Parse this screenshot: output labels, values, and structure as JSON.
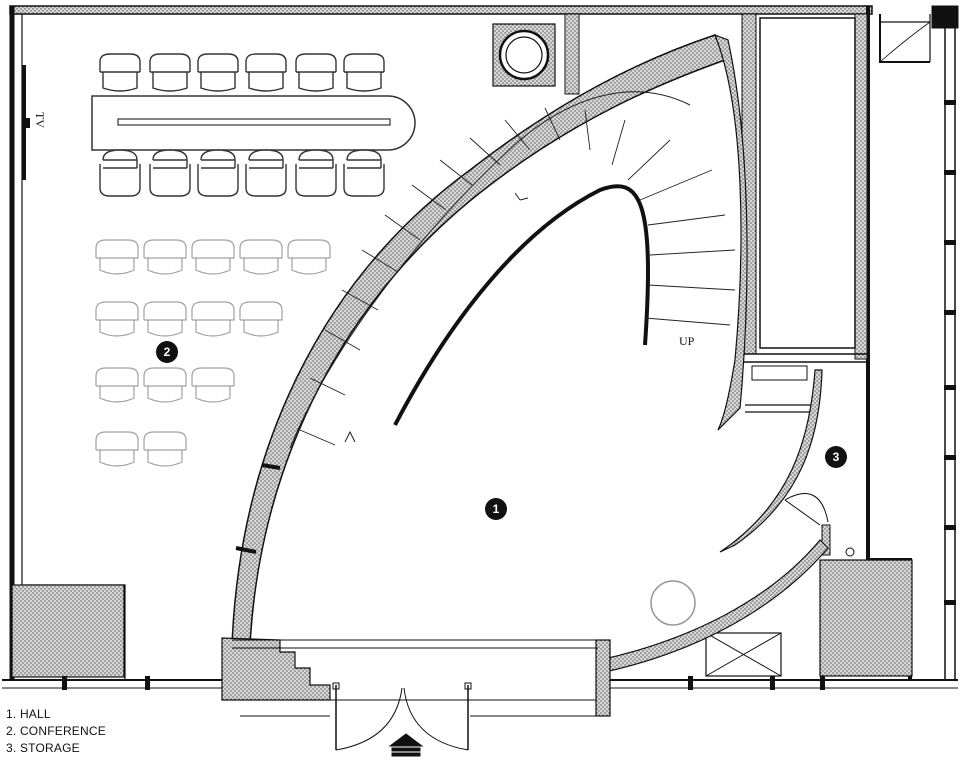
{
  "legend": [
    {
      "number": "1",
      "text": "1. HALL"
    },
    {
      "number": "2",
      "text": "2. CONFERENCE"
    },
    {
      "number": "3",
      "text": "3. STORAGE"
    }
  ],
  "labels": {
    "tv": "TV",
    "stair_up": "UP"
  },
  "room_markers": {
    "hall": "1",
    "conference": "2",
    "storage": "3"
  },
  "colors": {
    "wall": "#111111",
    "hatch": "#c8c8c8",
    "furniture": "#333333",
    "ghost_furniture": "#9a9a9a"
  }
}
